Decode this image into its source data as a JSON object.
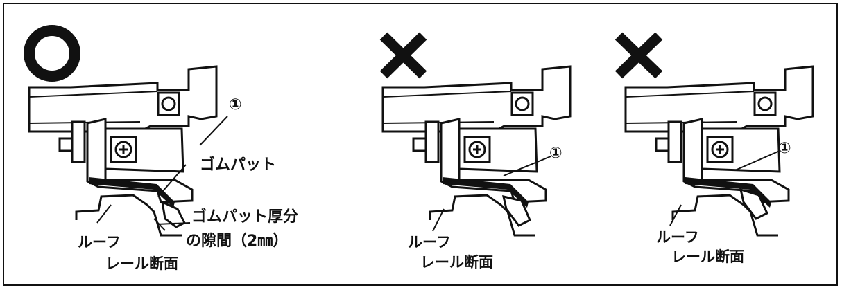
{
  "diagram": {
    "panels": [
      {
        "verdict_symbol": "O",
        "part_number": "①",
        "rubber_pad_label": "ゴムパット",
        "gap_label_line1": "ゴムパット厚分",
        "gap_label_line2": "の隙間（2㎜）",
        "roof_label_line1": "ルーフ",
        "roof_label_line2": "レール断面"
      },
      {
        "verdict_symbol": "X",
        "part_number": "①",
        "roof_label_line1": "ルーフ",
        "roof_label_line2": "レール断面"
      },
      {
        "verdict_symbol": "X",
        "part_number": "①",
        "roof_label_line1": "ルーフ",
        "roof_label_line2": "レール断面"
      }
    ]
  }
}
